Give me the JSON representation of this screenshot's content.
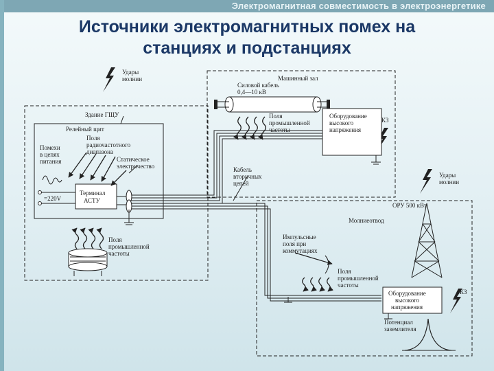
{
  "header": "Электромагнитная совместимость в электроэнергетике",
  "title_line1": "Источники электромагнитных помех на",
  "title_line2": "станциях и подстанциях",
  "labels": {
    "lightning1": [
      "Удары",
      "молнии"
    ],
    "machine_hall": "Машинный зал",
    "power_cable": [
      "Силовой кабель",
      "0,4—10 кВ"
    ],
    "industrial_field_top": [
      "Поля",
      "промышленной",
      "частоты"
    ],
    "hv_equipment_top": [
      "Оборудование",
      "высокого",
      "напряжения"
    ],
    "kz_top": "КЗ",
    "building": "Здание ГЩУ",
    "relay_panel": "Релейный щит",
    "rf_fields": [
      "Поля",
      "радиочастотного",
      "диапазона"
    ],
    "power_noise": [
      "Помехи",
      "в цепях",
      "питания"
    ],
    "static": [
      "Статическое",
      "электричество"
    ],
    "secondary_cable": [
      "Кабель",
      "вторичных",
      "цепей"
    ],
    "lightning2": [
      "Удары",
      "молнии"
    ],
    "voltage": "=220V",
    "terminal": [
      "Терминал",
      "АСТУ"
    ],
    "substation": "ОРУ 500 кВт",
    "lightning_rod": "Молниеотвод",
    "industrial_field_bottom": [
      "Поля",
      "промышленной",
      "частоты"
    ],
    "impulse_fields": [
      "Импульсные",
      "поля при",
      "коммутациях"
    ],
    "industrial_field_right": [
      "Поля",
      "промышленной",
      "частоты"
    ],
    "hv_equipment_bottom": [
      "Оборудование",
      "высокого",
      "напряжения"
    ],
    "kz_bottom": "КЗ",
    "ground_potential": [
      "Потенциал",
      "заземлителя"
    ]
  }
}
